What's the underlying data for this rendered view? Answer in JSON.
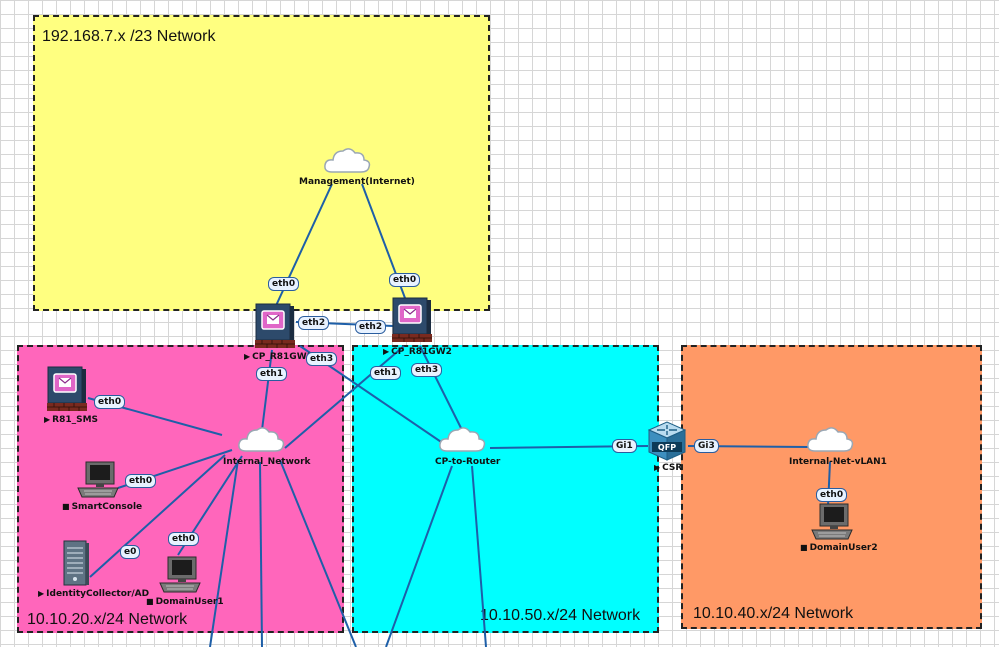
{
  "networks": {
    "mgmt": "192.168.7.x /23 Network",
    "net20": "10.10.20.x/24 Network",
    "net50": "10.10.50.x/24 Network",
    "net40": "10.10.40.x/24 Network"
  },
  "clouds": {
    "management": "Management(Internet)",
    "internal": "Internal_Network",
    "cp_router": "CP-to-Router",
    "vlan": "Internal-Net-vLAN1"
  },
  "devices": {
    "gw1": "CP_R81GW1",
    "gw2": "CP_R81GW2",
    "sms": "R81_SMS",
    "console": "SmartConsole",
    "identity": "IdentityCollector/AD",
    "user1": "DomainUser1",
    "csr": "CSR",
    "user2": "DomainUser2"
  },
  "icons": {
    "running": "▶",
    "stopped": "■"
  },
  "interfaces": {
    "gw1_eth0": "eth0",
    "gw2_eth0": "eth0",
    "gw1_eth2": "eth2",
    "gw2_eth2": "eth2",
    "gw1_eth3": "eth3",
    "gw1_eth1": "eth1",
    "gw2_eth1": "eth1",
    "gw2_eth3": "eth3",
    "sms_eth0": "eth0",
    "console_eth0": "eth0",
    "identity_e0": "e0",
    "user1_eth0": "eth0",
    "csr_gi1": "Gi1",
    "csr_gi3": "Gi3",
    "user2_eth0": "eth0"
  },
  "colors": {
    "mgmt": "#ffff80",
    "net20": "#ff66bb",
    "net50": "#00ffff",
    "net40": "#ff9966",
    "link": "#1e5fa8"
  }
}
